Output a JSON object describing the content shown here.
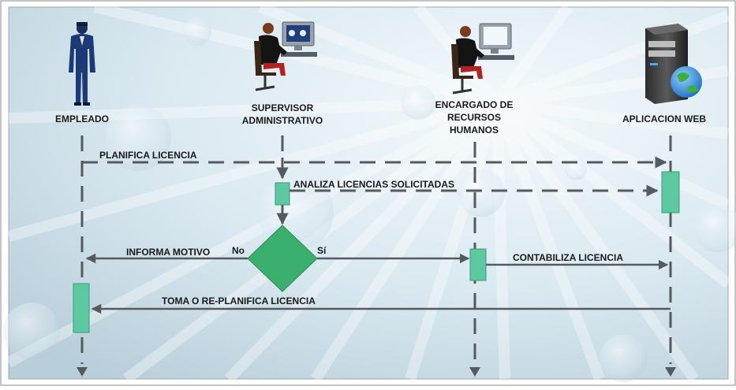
{
  "colors": {
    "lifeline": "#555a5e",
    "activation": "#5cc9a0",
    "decision": "#3bb06e",
    "background_light": "#e3f0f6",
    "background_dark": "#bcd3df"
  },
  "actors": [
    {
      "id": "empleado",
      "label": [
        "EMPLEADO"
      ],
      "icon": "businessman-icon"
    },
    {
      "id": "supervisor",
      "label": [
        "SUPERVISOR",
        "ADMINISTRATIVO"
      ],
      "icon": "person-at-computer-icon"
    },
    {
      "id": "rrhh",
      "label": [
        "ENCARGADO DE",
        "RECURSOS",
        "HUMANOS"
      ],
      "icon": "person-at-computer-icon"
    },
    {
      "id": "web",
      "label": [
        "APLICACION WEB"
      ],
      "icon": "server-globe-icon"
    }
  ],
  "messages": {
    "planifica": "PLANIFICA LICENCIA",
    "analiza": "ANALIZA LICENCIAS SOLICITADAS",
    "informa": "INFORMA MOTIVO",
    "contabiliza": "CONTABILIZA LICENCIA",
    "toma": "TOMA O RE-PLANIFICA LICENCIA"
  },
  "decision": {
    "no": "No",
    "si": "Sí"
  }
}
